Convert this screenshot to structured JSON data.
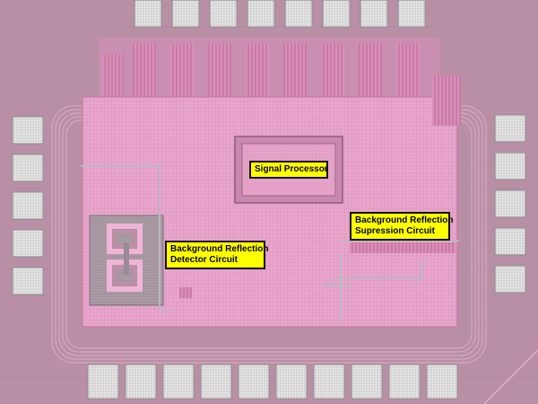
{
  "labels": {
    "signal_processor": "Signal Processor",
    "detector_line1": "Background Reflection",
    "detector_line2": "Detector Circuit",
    "suppression_line1": "Background Reflection",
    "suppression_line2": "Supression Circuit"
  },
  "colors": {
    "die_background": "#b98fa6",
    "core_fill": "#e9a6cc",
    "pad_metal": "#dcdcdc",
    "label_fill": "#ffff00",
    "label_border": "#111111"
  }
}
